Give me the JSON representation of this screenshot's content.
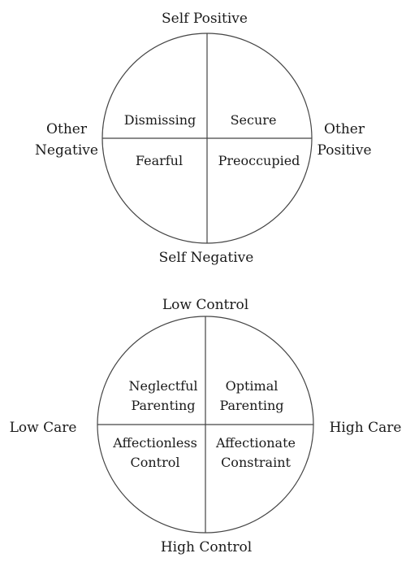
{
  "diagrams": [
    {
      "axes": {
        "top": [
          "Self Positive"
        ],
        "bottom": [
          "Self Negative"
        ],
        "left": [
          "Other",
          "Negative"
        ],
        "right": [
          "Other",
          "Positive"
        ]
      },
      "quadrants": {
        "top_left": [
          "Dismissing"
        ],
        "top_right": [
          "Secure"
        ],
        "bottom_left": [
          "Fearful"
        ],
        "bottom_right": [
          "Preoccupied"
        ]
      }
    },
    {
      "axes": {
        "top": [
          "Low Control"
        ],
        "bottom": [
          "High Control"
        ],
        "left": [
          "Low Care"
        ],
        "right": [
          "High Care"
        ]
      },
      "quadrants": {
        "top_left": [
          "Neglectful",
          "Parenting"
        ],
        "top_right": [
          "Optimal",
          "Parenting"
        ],
        "bottom_left": [
          "Affectionless",
          "Control"
        ],
        "bottom_right": [
          "Affectionate",
          "Constraint"
        ]
      }
    }
  ]
}
